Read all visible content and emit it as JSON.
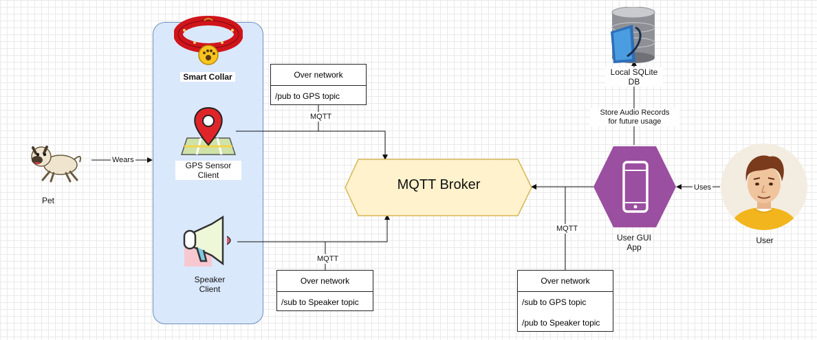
{
  "nodes": {
    "pet": "Pet",
    "smart_collar": "Smart Collar",
    "gps_client": [
      "GPS Sensor",
      "Client"
    ],
    "speaker_client": [
      "Speaker",
      "Client"
    ],
    "broker": "MQTT Broker",
    "db": [
      "Local SQLite",
      "DB"
    ],
    "user_app": [
      "User GUI",
      "App"
    ],
    "user": "User"
  },
  "edges": {
    "wears": "Wears",
    "uses": "Uses",
    "store": [
      "Store Audio Records",
      "for future usage"
    ],
    "mqtt_gps": "MQTT",
    "mqtt_speaker": "MQTT",
    "mqtt_app": "MQTT"
  },
  "boxes": {
    "gps": {
      "header": "Over network",
      "rows": [
        "/pub to GPS topic"
      ]
    },
    "speaker": {
      "header": "Over network",
      "rows": [
        "/sub to Speaker topic"
      ]
    },
    "app": {
      "header": "Over network",
      "rows": [
        "/sub to GPS topic",
        "/pub to Speaker topic"
      ]
    }
  },
  "colors": {
    "collar_panel": "#dae8fc",
    "collar_border": "#6c8ebf",
    "broker_fill": "#fff2cc",
    "broker_border": "#d6b656",
    "app_hexagon": "#9b4fa0",
    "collar_red": "#d0141b"
  }
}
